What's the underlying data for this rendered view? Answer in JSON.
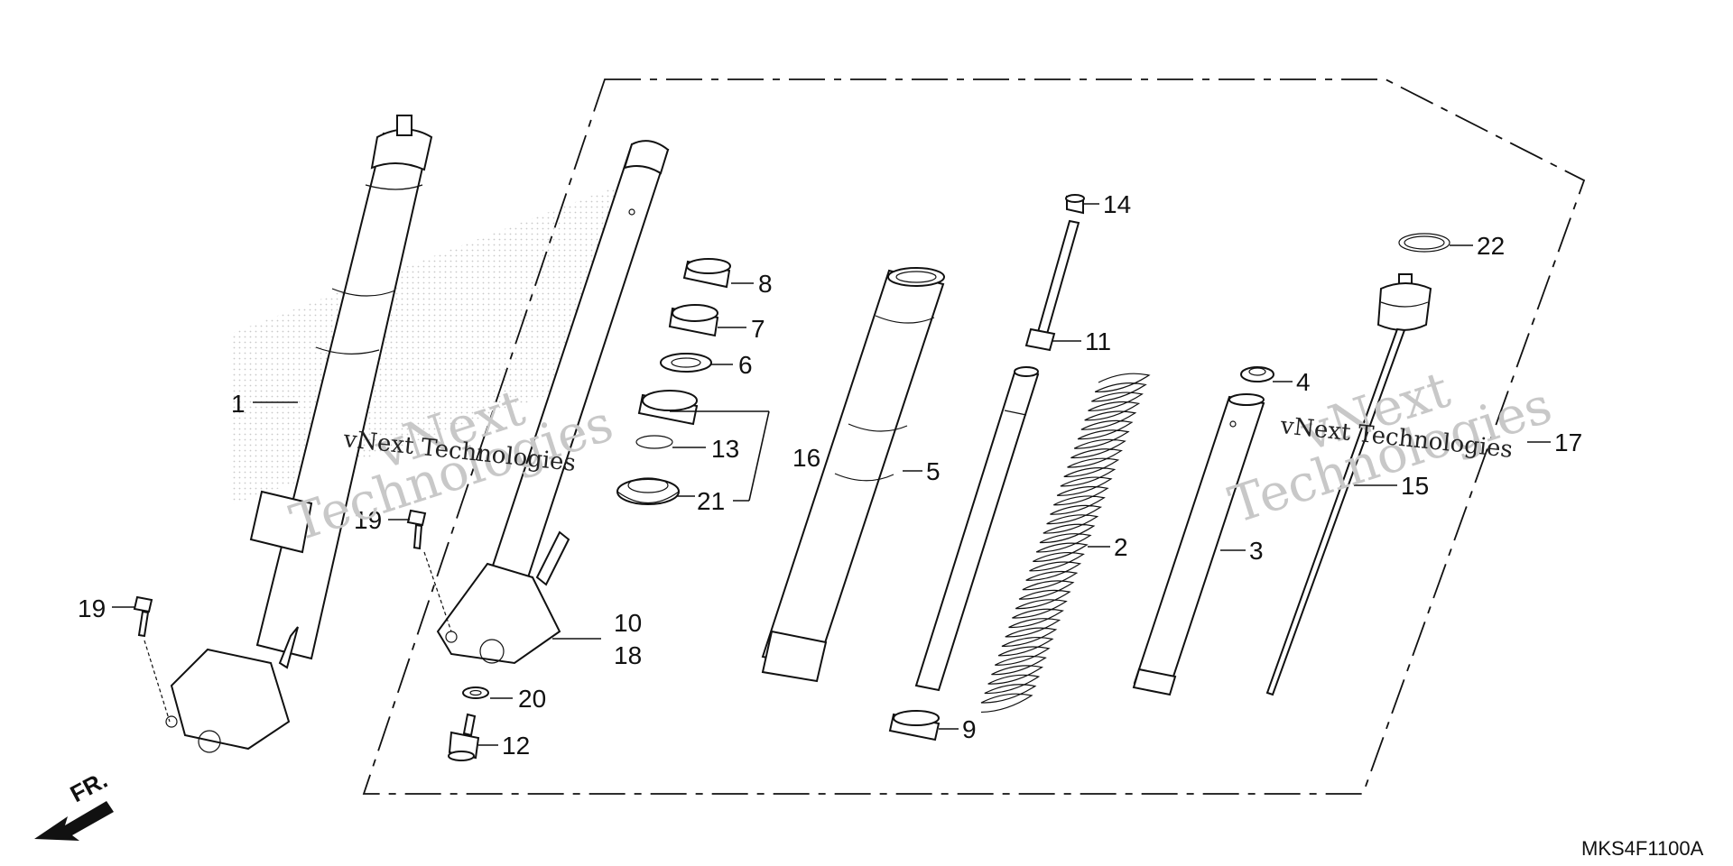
{
  "diagram_code": "MKS4F1100A",
  "direction_label": "FR.",
  "watermark": {
    "brand_line": "vNext Technologies",
    "word1": "vNext",
    "word2": "Technologies"
  },
  "callouts": {
    "p1": "1",
    "p2": "2",
    "p3": "3",
    "p4": "4",
    "p5": "5",
    "p6": "6",
    "p7": "7",
    "p8": "8",
    "p9": "9",
    "p10": "10",
    "p11": "11",
    "p12": "12",
    "p13": "13",
    "p14": "14",
    "p15": "15",
    "p16": "16",
    "p17": "17",
    "p18": "18",
    "p19a": "19",
    "p19b": "19",
    "p20": "20",
    "p21": "21",
    "p22": "22"
  }
}
